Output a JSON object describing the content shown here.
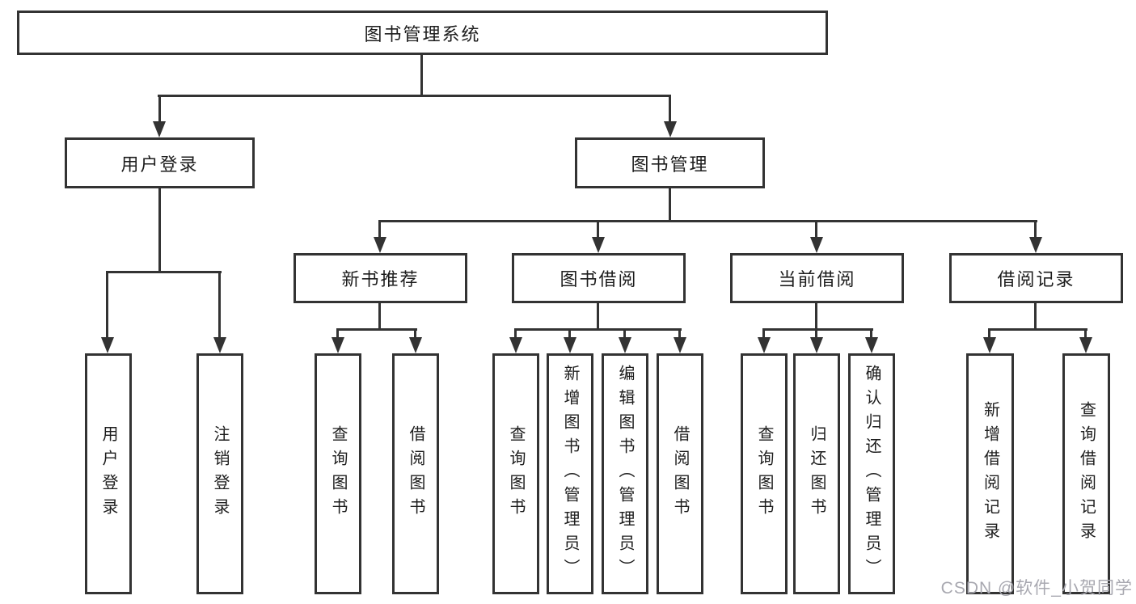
{
  "diagram_title": "图书管理系统",
  "tree": {
    "root_label": "图书管理系统",
    "branches": [
      {
        "label": "用户登录",
        "leaves": [
          "用户登录",
          "注销登录"
        ]
      },
      {
        "label": "图书管理",
        "children": [
          {
            "label": "新书推荐",
            "leaves": [
              "查询图书",
              "借阅图书"
            ]
          },
          {
            "label": "图书借阅",
            "leaves": [
              "查询图书",
              "新增图书（管理员）",
              "编辑图书（管理员）",
              "借阅图书"
            ]
          },
          {
            "label": "当前借阅",
            "leaves": [
              "查询图书",
              "归还图书",
              "确认归还（管理员）"
            ]
          },
          {
            "label": "借阅记录",
            "leaves": [
              "新增借阅记录",
              "查询借阅记录"
            ]
          }
        ]
      }
    ]
  },
  "watermark": {
    "text": "CSDN @软件_小贺同学",
    "color": "#a8a8b0"
  },
  "colors": {
    "line": "#333333",
    "box_border": "#333333",
    "box_background": "#ffffff",
    "text": "#1d1d1d",
    "background": "#ffffff"
  }
}
